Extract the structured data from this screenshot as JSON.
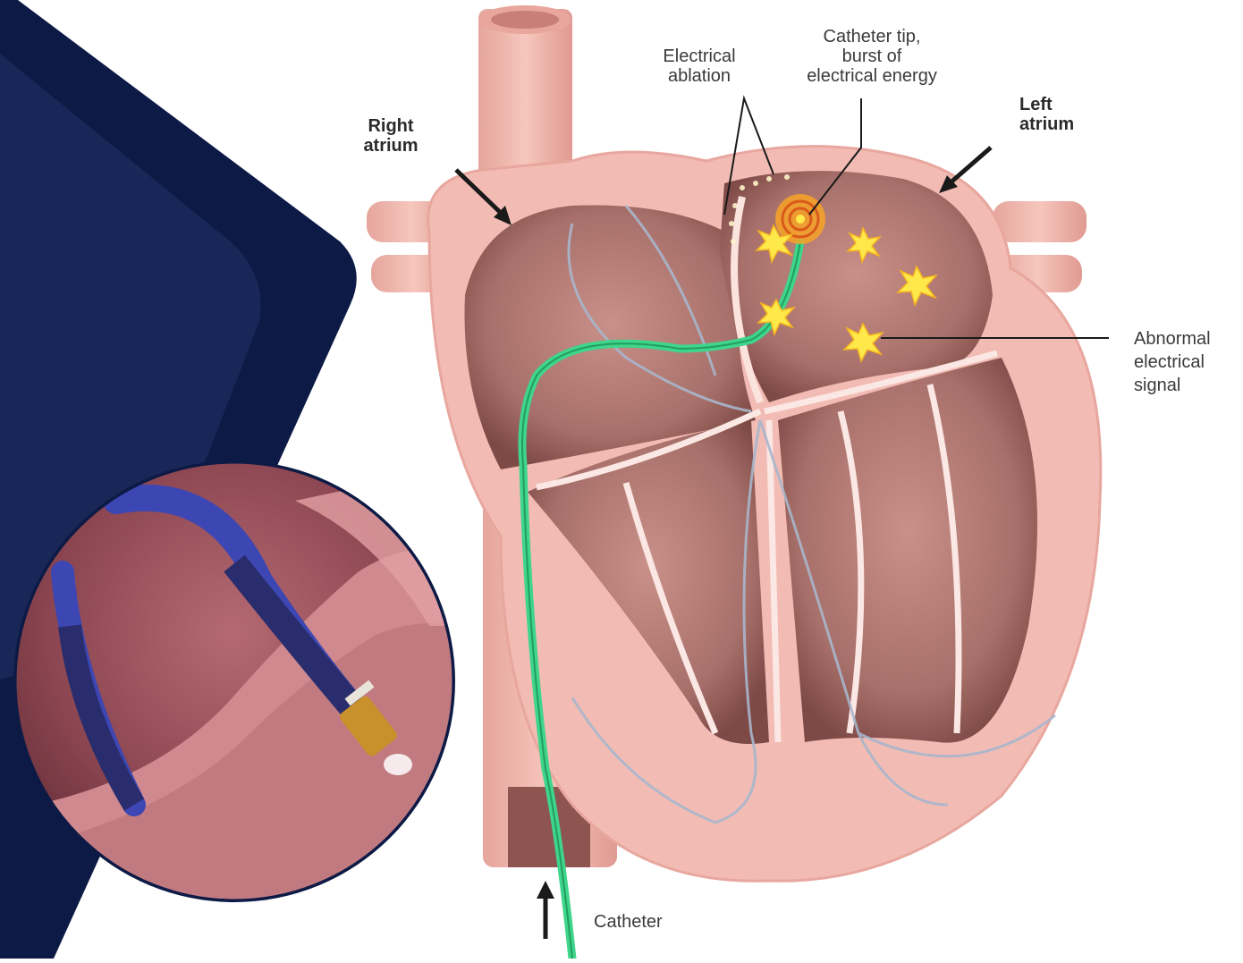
{
  "labels": {
    "right_atrium": [
      "Right",
      "atrium"
    ],
    "left_atrium": [
      "Left",
      "atrium"
    ],
    "electrical_ablation": [
      "Electrical",
      "ablation"
    ],
    "catheter_tip": [
      "Catheter tip,",
      "burst of",
      "electrical energy"
    ],
    "abnormal_signal": [
      "Abnormal",
      "electrical",
      "signal"
    ],
    "catheter": "Catheter"
  },
  "colors": {
    "navy_dark": "#0c1a45",
    "navy_mid": "#1b2a5a",
    "heart_outer": "#f2bcb4",
    "heart_inner": "#b77d76",
    "chamber_dark": "#8f5a55",
    "catheter_green": "#3fd58a",
    "vein_blue": "#a9b6cc",
    "spark_yellow": "#ffe94a"
  },
  "icons": {
    "inset": "catheter-closeup",
    "spark": "star-burst-icon",
    "arrow": "arrow-icon"
  }
}
